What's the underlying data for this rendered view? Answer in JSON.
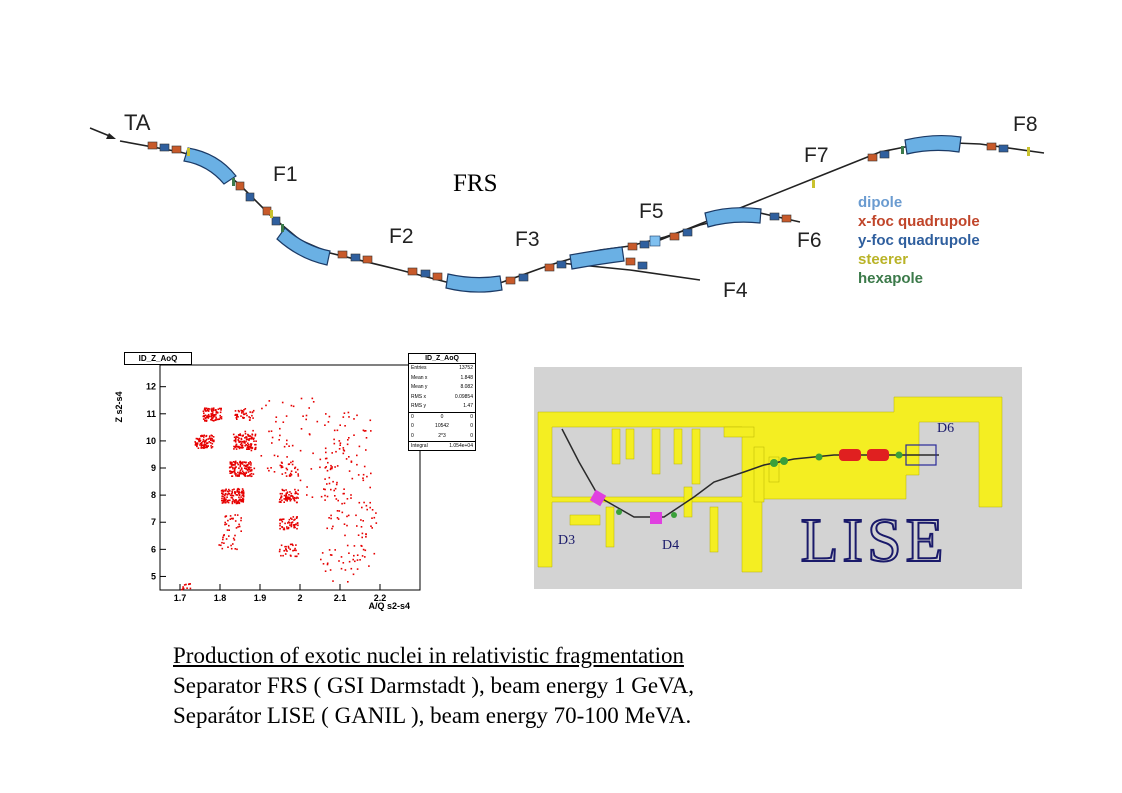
{
  "frs": {
    "title": "FRS",
    "labels": {
      "ta": "TA",
      "f1": "F1",
      "f2": "F2",
      "f3": "F3",
      "f4": "F4",
      "f5": "F5",
      "f6": "F6",
      "f7": "F7",
      "f8": "F8"
    }
  },
  "legend": [
    {
      "label": "dipole",
      "color": "#6a9bd0"
    },
    {
      "label": "x-foc quadrupole",
      "color": "#c0452a"
    },
    {
      "label": "y-foc quadrupole",
      "color": "#2f5f9e"
    },
    {
      "label": "steerer",
      "color": "#b9b327"
    },
    {
      "label": "hexapole",
      "color": "#3c7a4a"
    }
  ],
  "histogram": {
    "title": "ID_Z_AoQ",
    "ylabel": "Z s2-s4",
    "xlabel": "A/Q s2-s4",
    "xticks": [
      "1.7",
      "1.8",
      "1.9",
      "2",
      "2.1",
      "2.2"
    ],
    "yticks": [
      "5",
      "6",
      "7",
      "8",
      "9",
      "10",
      "11",
      "12"
    ],
    "stats": {
      "name": "ID_Z_AoQ",
      "rows": [
        {
          "k": "Entries",
          "v": "13752"
        },
        {
          "k": "Mean x",
          "v": "1.848"
        },
        {
          "k": "Mean y",
          "v": "8.082"
        },
        {
          "k": "RMS x",
          "v": "0.09854"
        },
        {
          "k": "RMS y",
          "v": "1.47"
        }
      ],
      "grid": [
        [
          "0",
          "0",
          "0"
        ],
        [
          "0",
          "10542",
          "0"
        ],
        [
          "0",
          "2*3",
          "0"
        ]
      ],
      "integral_label": "Integral",
      "integral": "1.054e+04"
    }
  },
  "lise": {
    "title": "LISE",
    "labels": {
      "d3": "D3",
      "d4": "D4",
      "d6": "D6"
    }
  },
  "caption": {
    "line1": "Production of exotic nuclei in relativistic fragmentation",
    "line2": "Separator FRS ( GSI Darmstadt ), beam energy 1 GeVA,",
    "line3": "Separátor LISE ( GANIL ), beam energy  70-100 MeVA."
  },
  "colors": {
    "dipole": "#6ab0e4",
    "quad_x": "#c85a2a",
    "quad_y": "#2f5f9e",
    "steerer": "#c9c22e",
    "lise_yellow": "#f4ee22",
    "lise_bg": "#d3d3d3",
    "hist_dots": "#e60000"
  }
}
